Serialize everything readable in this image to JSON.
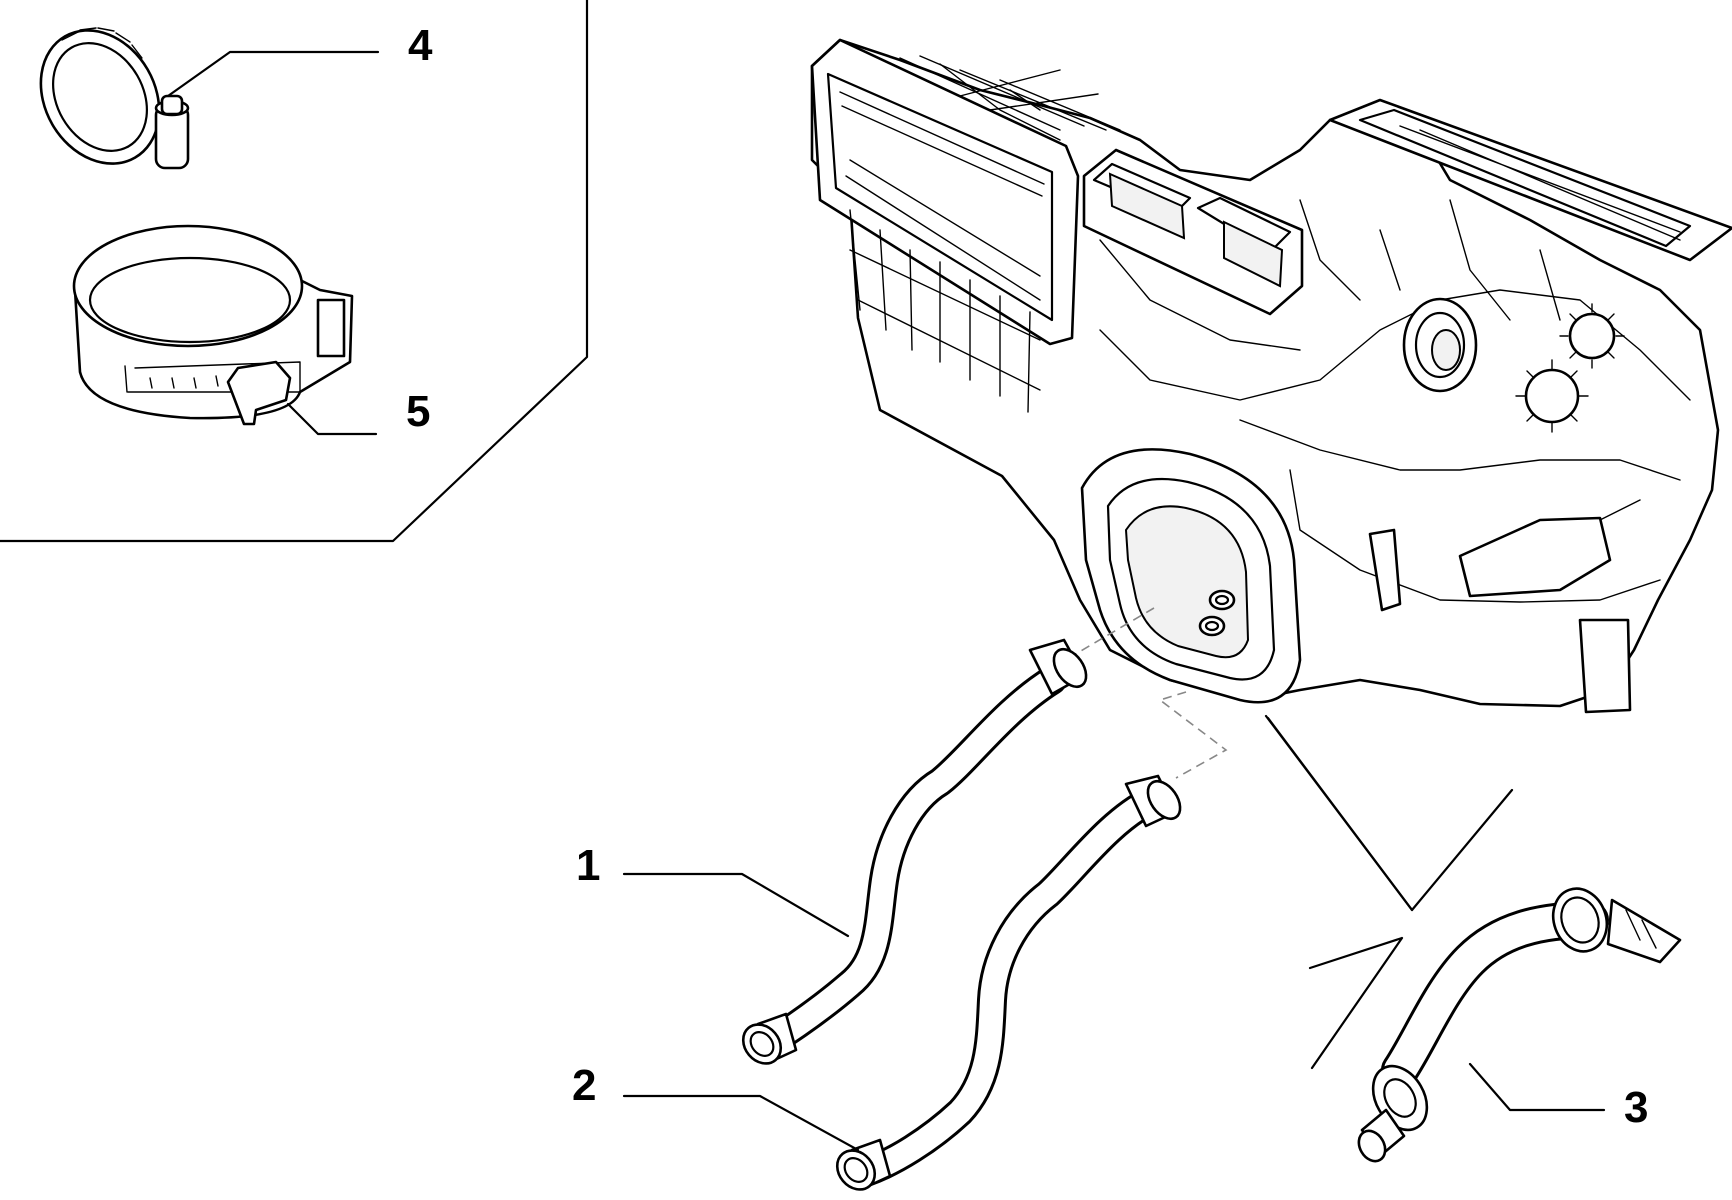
{
  "callouts": {
    "c1": "1",
    "c2": "2",
    "c3": "3",
    "c4": "4",
    "c5": "5"
  },
  "colors": {
    "line": "#000000",
    "background": "#ffffff",
    "dashed_guide": "#888888"
  }
}
